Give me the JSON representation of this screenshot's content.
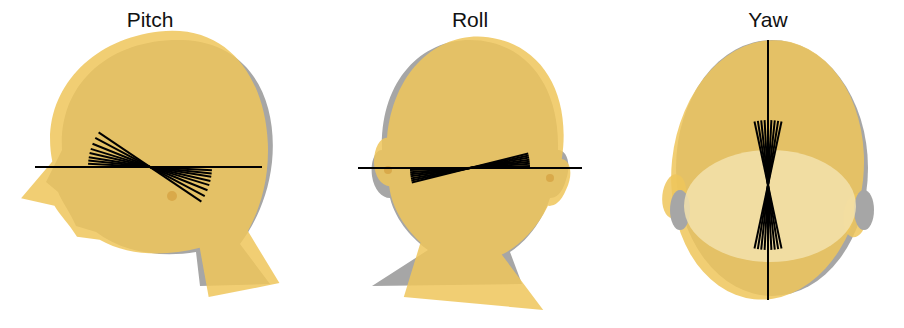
{
  "diagram": {
    "labels": [
      "Pitch",
      "Roll",
      "Yaw"
    ]
  }
}
